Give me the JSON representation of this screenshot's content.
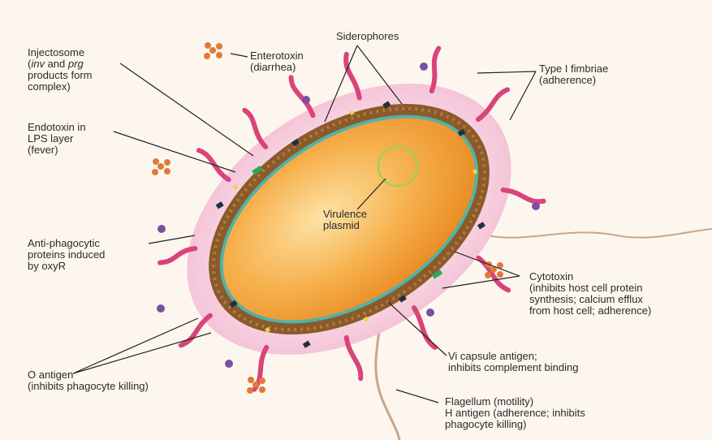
{
  "labels": {
    "injectosome": [
      "Injectosome",
      "products form",
      "complex)"
    ],
    "injectosome_line2": {
      "a": "(",
      "b": "inv",
      "c": " and ",
      "d": "prg"
    },
    "enterotoxin": [
      "Enterotoxin",
      "(diarrhea)"
    ],
    "siderophores": "Siderophores",
    "type1_fimbriae": [
      "Type I fimbriae",
      "(adherence)"
    ],
    "endotoxin": [
      "Endotoxin in",
      "LPS layer",
      "(fever)"
    ],
    "virulence_plasmid": [
      "Virulence",
      "plasmid"
    ],
    "antiphagocytic": [
      "Anti-phagocytic",
      "proteins induced",
      "by oxyR"
    ],
    "cytotoxin": [
      "Cytotoxin",
      "(inhibits host cell protein",
      "synthesis; calcium efflux",
      "from host cell; adherence)"
    ],
    "vi_capsule": [
      "Vi capsule antigen;",
      "inhibits complement binding"
    ],
    "o_antigen": [
      "O antigen",
      "(inhibits phagocyte killing)"
    ],
    "flagellum": [
      "Flagellum (motility)",
      "H antigen (adherence; inhibits",
      "phagocyte killing)"
    ]
  },
  "colors": {
    "background": "#fdf6ee",
    "capsule": "#f6d0e0",
    "cell_wall": "#8b5a2b",
    "cytoplasm": "#f4a640",
    "membrane": "#4fb3a9",
    "fimbriae": "#d9447a",
    "toxin": "#e07a3a",
    "particle": "#7a4fa0",
    "leader": "#222222"
  }
}
